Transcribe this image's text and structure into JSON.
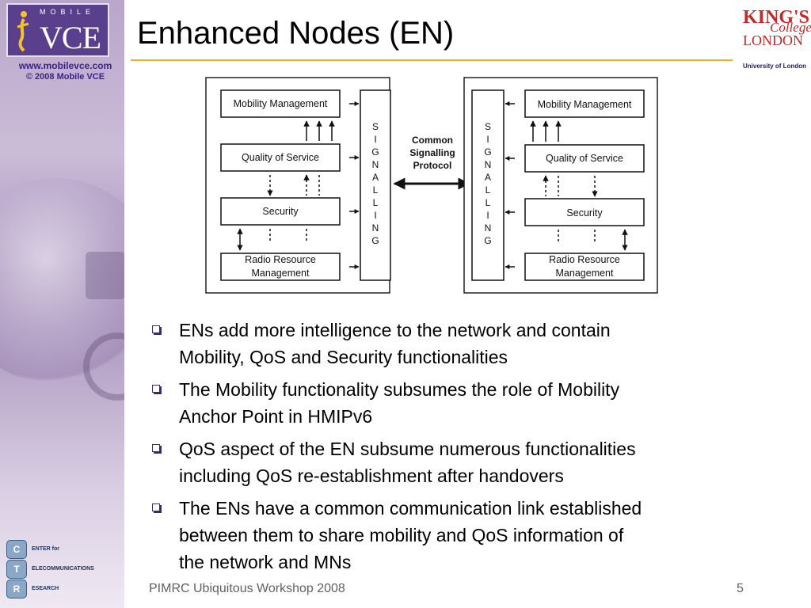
{
  "slide": {
    "title": "Enhanced Nodes (EN)",
    "page_number": "5",
    "footer": "PIMRC Ubiquitous Workshop 2008"
  },
  "branding": {
    "logo_top": "MOBILE",
    "logo_main": "VCE",
    "website": "www.mobilevce.com",
    "copyright": "© 2008 Mobile VCE",
    "kings_line1": "KING'S",
    "kings_line2": "College",
    "kings_line3": "LONDON",
    "kings_subtitle": "University of London",
    "ctr_letters": [
      "C",
      "T",
      "R"
    ],
    "ctr_words": [
      "ENTER for",
      "ELECOMMUNICATIONS",
      "ESEARCH"
    ]
  },
  "diagram": {
    "blocks": {
      "mobility": "Mobility Management",
      "qos": "Quality of Service",
      "security": "Security",
      "rrm_line1": "Radio Resource",
      "rrm_line2": "Management"
    },
    "signalling_letters": [
      "S",
      "I",
      "G",
      "N",
      "A",
      "L",
      "L",
      "I",
      "N",
      "G"
    ],
    "link_label": [
      "Common",
      "Signalling",
      "Protocol"
    ]
  },
  "bullets": [
    {
      "line1": "ENs add more intelligence to the network and contain",
      "line2": "Mobility, QoS and Security functionalities"
    },
    {
      "line1": "The Mobility functionality subsumes the role of Mobility",
      "line2": "Anchor Point in HMIPv6"
    },
    {
      "line1": "QoS aspect of the EN subsume numerous functionalities",
      "line2": "including QoS re-establishment after handovers"
    },
    {
      "line1": "The ENs have a common communication link established",
      "line2": "between them to share mobility and QoS information of",
      "line3": "the network and MNs"
    }
  ],
  "colors": {
    "accent_rule": "#e7b429",
    "logo_bg": "#5a3f8d",
    "kings_red": "#c32b2b",
    "link_text": "#3c1f8a"
  }
}
